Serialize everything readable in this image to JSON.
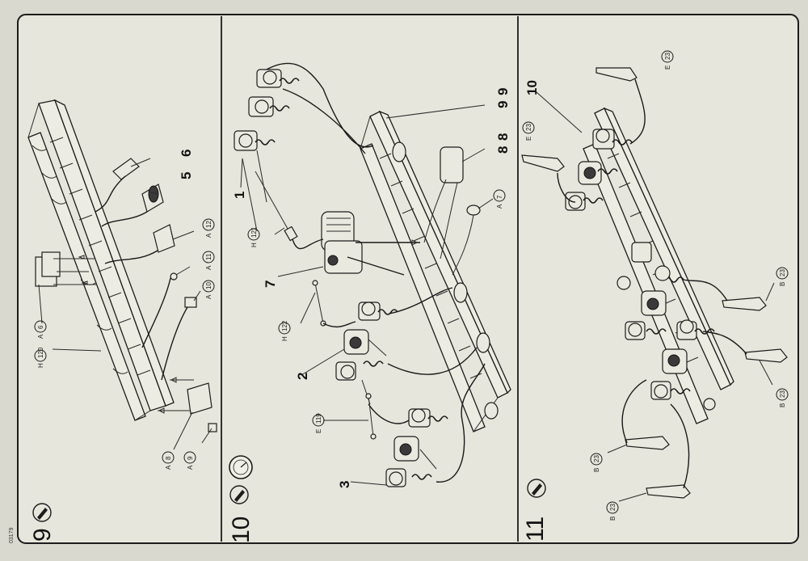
{
  "sheet_code": "03179",
  "panels": [
    {
      "step": "9",
      "callouts": [
        {
          "letter": "H",
          "num": "120"
        },
        {
          "letter": "A",
          "num": "6"
        },
        {
          "letter": "A",
          "num": "10"
        },
        {
          "letter": "A",
          "num": "11"
        },
        {
          "letter": "A",
          "num": "12"
        },
        {
          "letter": "A",
          "num": "8"
        },
        {
          "letter": "A",
          "num": "9"
        }
      ],
      "bold_numbers": [
        "5",
        "6"
      ]
    },
    {
      "step": "10",
      "callouts": [
        {
          "letter": "H",
          "num": "121"
        },
        {
          "letter": "H",
          "num": "122"
        },
        {
          "letter": "E",
          "num": "119"
        },
        {
          "letter": "A",
          "num": "7"
        }
      ],
      "bold_numbers": [
        "1",
        "7",
        "2",
        "3",
        "8",
        "8",
        "9",
        "9"
      ]
    },
    {
      "step": "11",
      "callouts": [
        {
          "letter": "E",
          "num": "23"
        },
        {
          "letter": "E",
          "num": "23"
        },
        {
          "letter": "B",
          "num": "23"
        },
        {
          "letter": "B",
          "num": "23"
        },
        {
          "letter": "B",
          "num": "23"
        },
        {
          "letter": "B",
          "num": "23"
        }
      ],
      "bold_numbers": [
        "10"
      ]
    }
  ],
  "colors": {
    "paper": "#e6e6dc",
    "ink": "#1c1c1c",
    "background": "#d9d9cf"
  },
  "icons": [
    "glue-icon",
    "gauge-icon"
  ]
}
